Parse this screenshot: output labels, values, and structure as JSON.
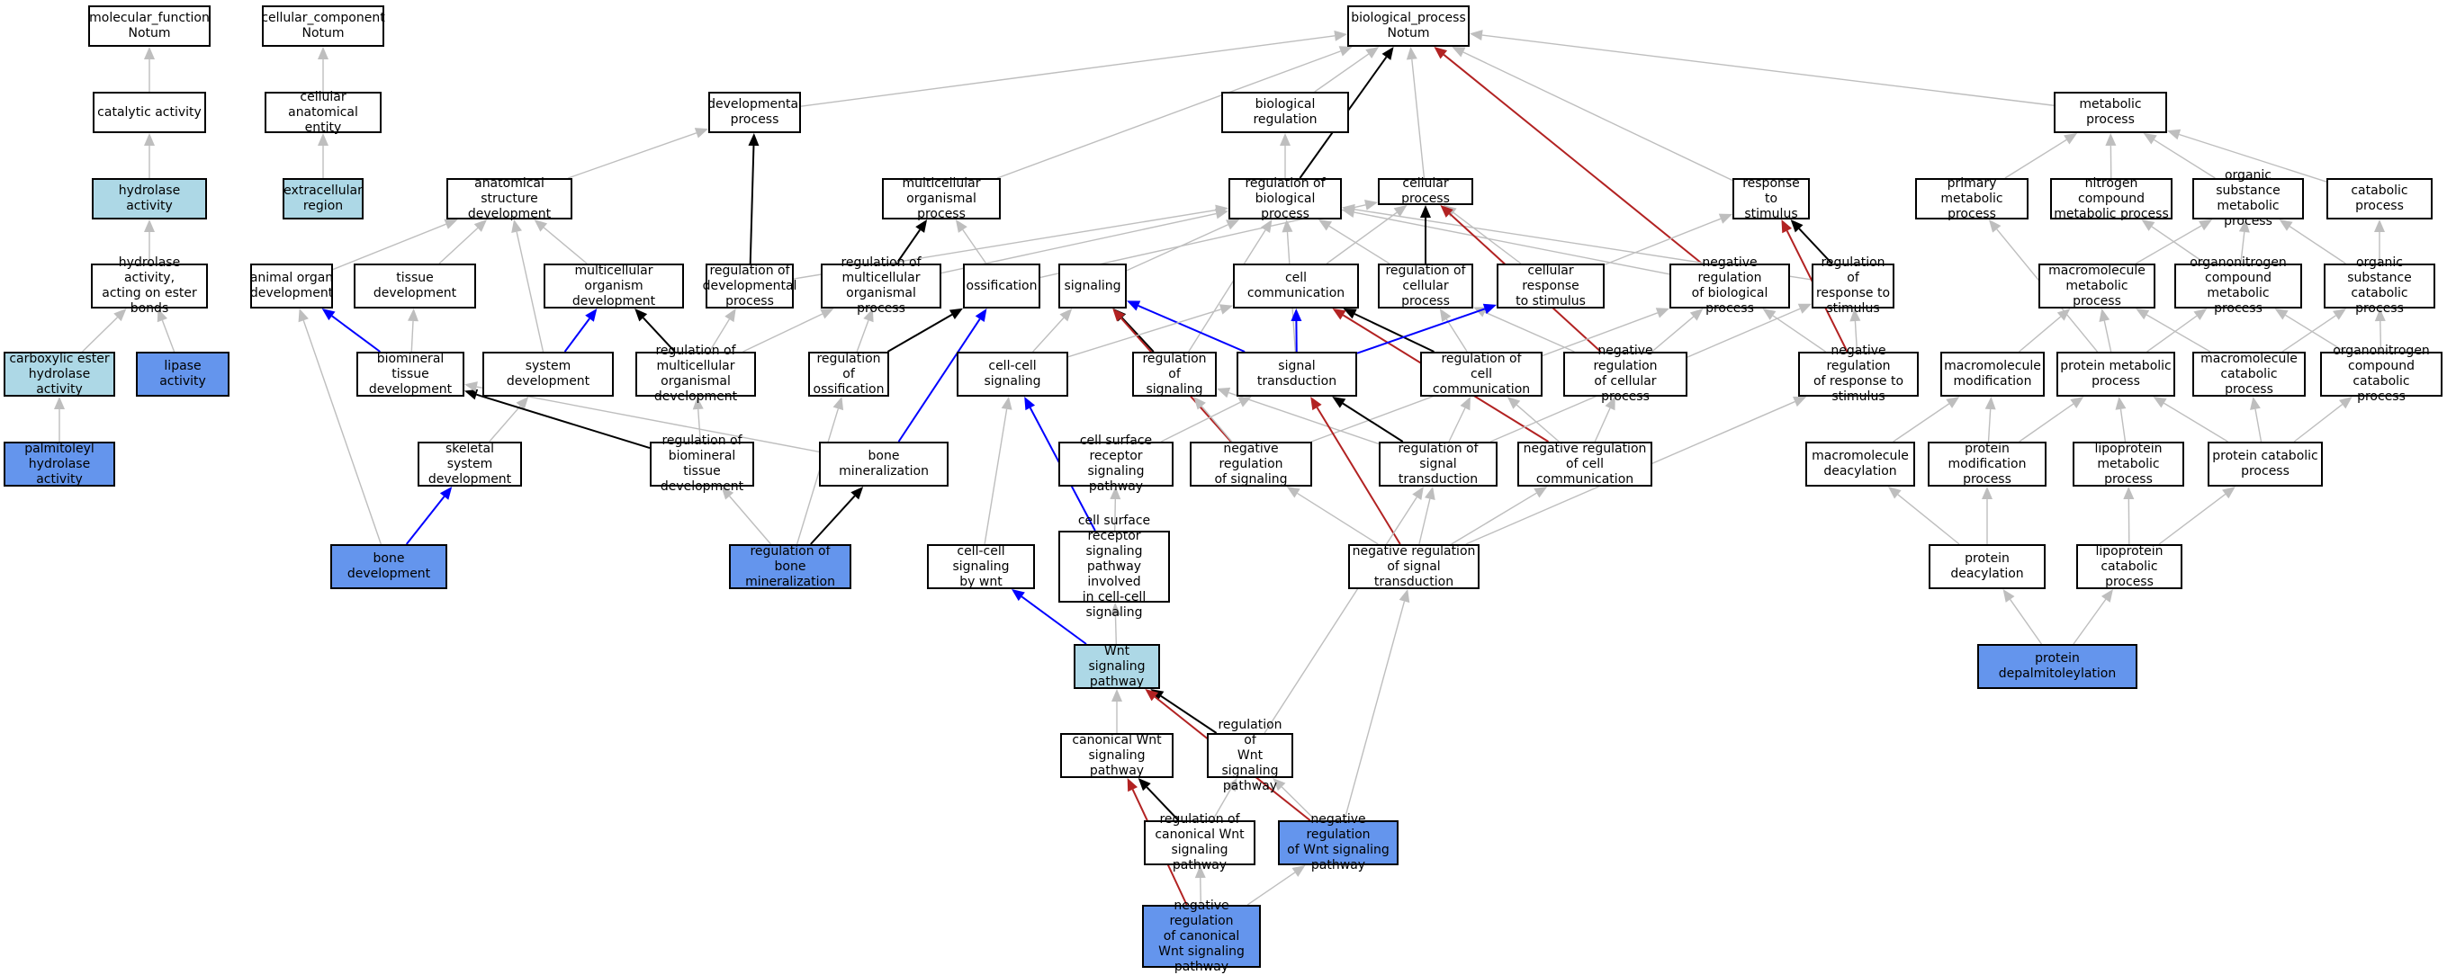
{
  "colors": {
    "gray": "#bebebe",
    "black": "#000000",
    "blue": "#0000ff",
    "red": "#b22222",
    "light": "#add8e6",
    "highlight": "#6495ed"
  },
  "nodes": {
    "mf": "molecular_function\nNotum",
    "cc": "cellular_component\nNotum",
    "bp": "biological_process\nNotum",
    "catalytic": "catalytic activity",
    "cae": "cellular anatomical\nentity",
    "devproc": "developmental\nprocess",
    "bioreg": "biological regulation",
    "metab": "metabolic process",
    "hydrolase": "hydrolase activity",
    "extracell": "extracellular\nregion",
    "asd": "anatomical structure\ndevelopment",
    "mop": "multicellular\norganismal process",
    "regbp": "regulation of\nbiological process",
    "cellproc": "cellular process",
    "resp": "response to\nstimulus",
    "primmet": "primary metabolic\nprocess",
    "nitro": "nitrogen compound\nmetabolic process",
    "osmp": "organic substance\nmetabolic process",
    "catab": "catabolic process",
    "hydroester": "hydrolase activity,\nacting on ester\nbonds",
    "aod": "animal organ\ndevelopment",
    "tissue": "tissue development",
    "mod": "multicellular\norganism development",
    "regdev": "regulation of\ndevelopmental\nprocess",
    "regmop": "regulation of\nmulticellular\norganismal process",
    "ossif": "ossification",
    "signaling": "signaling",
    "cellcomm": "cell communication",
    "regcell": "regulation of\ncellular process",
    "cellresp": "cellular response\nto stimulus",
    "negregbp": "negative regulation\nof biological\nprocess",
    "regresp": "regulation of\nresponse to\nstimulus",
    "macromet": "macromolecule\nmetabolic process",
    "orgnitro": "organonitrogen\ncompound metabolic\nprocess",
    "oscp": "organic substance\ncatabolic process",
    "carbox": "carboxylic ester\nhydrolase activity",
    "lipase": "lipase activity",
    "biomin": "biomineral tissue\ndevelopment",
    "sysdev": "system development",
    "regmod": "regulation of\nmulticellular\norganismal development",
    "regoss": "regulation of\nossification",
    "ccsig": "cell-cell signaling",
    "regsig": "regulation of\nsignaling",
    "sigtrans": "signal transduction",
    "regcc": "regulation of\ncell communication",
    "negregcell": "negative regulation\nof cellular\nprocess",
    "negregresp": "negative regulation\nof response to\nstimulus",
    "macromod": "macromolecule\nmodification",
    "protmet": "protein metabolic\nprocess",
    "macrocat": "macromolecule\ncatabolic process",
    "orgnitrocat": "organonitrogen\ncompound catabolic\nprocess",
    "palm": "palmitoleyl\nhydrolase activity",
    "skel": "skeletal system\ndevelopment",
    "regbiomin": "regulation of\nbiomineral tissue\ndevelopment",
    "bonemin": "bone mineralization",
    "csrsp": "cell surface\nreceptor signaling\npathway",
    "negregsig": "negative regulation\nof signaling",
    "regst": "regulation of\nsignal transduction",
    "negregcc": "negative regulation\nof cell communication",
    "deacyl": "macromolecule\ndeacylation",
    "protmod": "protein modification\nprocess",
    "lipomet": "lipoprotein\nmetabolic process",
    "protcat": "protein catabolic\nprocess",
    "bonedev": "bone development",
    "regbonemin": "regulation of\nbone mineralization",
    "ccsigwnt": "cell-cell signaling\nby wnt",
    "csrspwnt": "cell surface\nreceptor signaling\npathway involved\nin cell-cell\nsignaling",
    "negregst": "negative regulation\nof signal transduction",
    "protdeacyl": "protein deacylation",
    "lipocat": "lipoprotein\ncatabolic process",
    "wnt": "Wnt signaling\npathway",
    "protdepalm": "protein depalmitoleylation",
    "canwnt": "canonical Wnt\nsignaling pathway",
    "regwnt": "regulation of\nWnt signaling\npathway",
    "regcanwnt": "regulation of\ncanonical Wnt\nsignaling pathway",
    "negregwnt": "negative regulation\nof Wnt signaling\npathway",
    "negregcanwnt": "negative regulation\nof canonical\nWnt signaling\npathway"
  }
}
